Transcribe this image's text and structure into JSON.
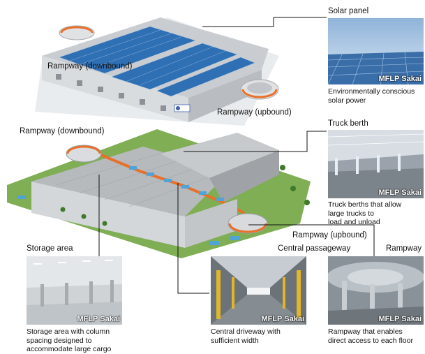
{
  "labels": {
    "rampway_down_top": "Rampway (downbound)",
    "rampway_up_top": "Rampway (upbound)",
    "rampway_down_mid": "Rampway (downbound)",
    "rampway_up_mid": "Rampway (upbound)",
    "storage_area": "Storage area",
    "central_passageway": "Central passageway",
    "rampway_right": "Rampway"
  },
  "panels": {
    "solar": {
      "title": "Solar panel",
      "badge": "MFLP Sakai",
      "caption": [
        "Environmentally conscious",
        "solar power"
      ]
    },
    "truck": {
      "title": "Truck berth",
      "badge": "MFLP Sakai",
      "caption": [
        "Truck berths that allow",
        "large trucks to",
        "load and unload"
      ]
    },
    "storage": {
      "badge": "MFLP Sakai",
      "caption": [
        "Storage area with column",
        "spacing designed to",
        "accommodate large cargo"
      ]
    },
    "central": {
      "badge": "MFLP Sakai",
      "caption": [
        "Central driveway with",
        "sufficient width"
      ]
    },
    "rampway": {
      "badge": "MFLP Sakai",
      "caption": [
        "Rampway that enables",
        "direct access to each floor"
      ]
    }
  },
  "colors": {
    "solar_blue": "#2f6fb4",
    "roof_gray": "#c9ccd0",
    "ramp_orange": "#e8702a",
    "green": "#5e9a3c",
    "truck_blue": "#4fa3d8"
  }
}
